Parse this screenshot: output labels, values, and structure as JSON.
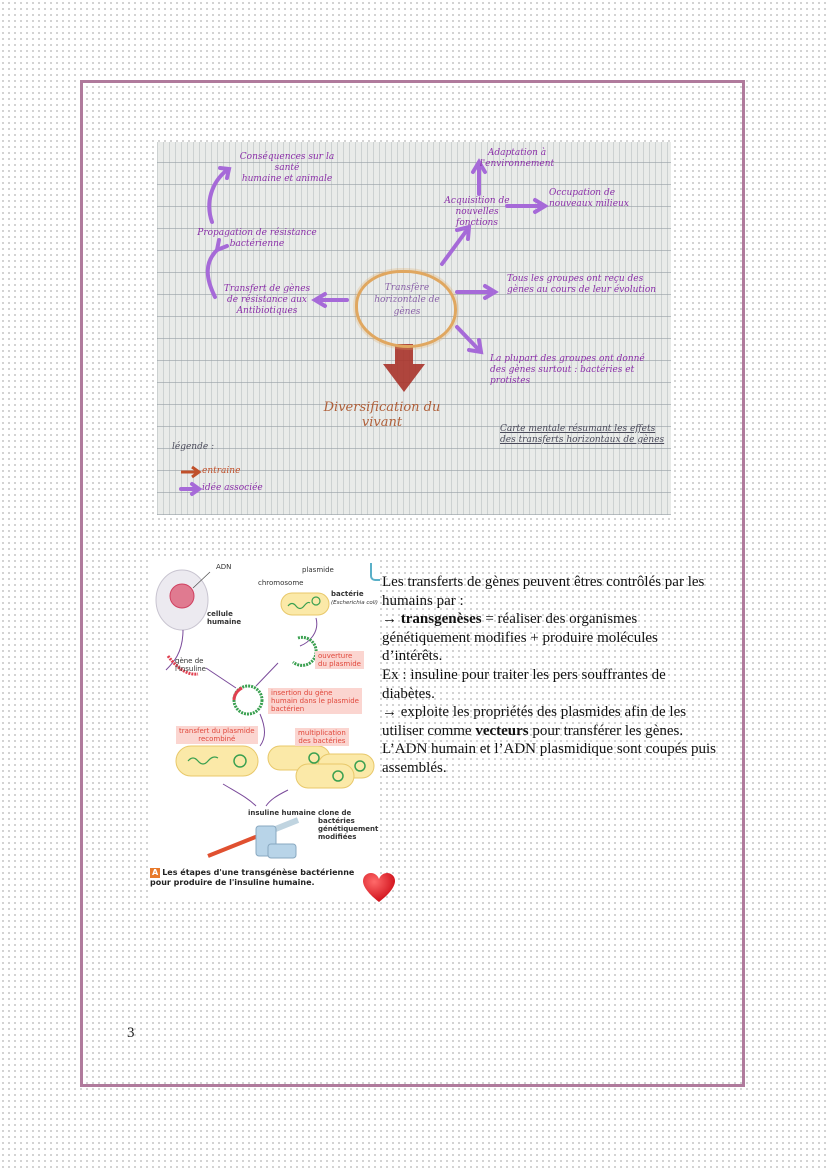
{
  "page": {
    "number": "3",
    "border_color": "#b07a9c"
  },
  "mindmap": {
    "center": "Transfère\nhorizontale de\ngènes",
    "result": "Diversification du vivant",
    "left_branch": {
      "step1": "Transfert de gènes\nde résistance aux\nAntibiotiques",
      "step2": "Propagation de résistance\nbactérienne",
      "step3": "Conséquences sur la santé\nhumaine et animale"
    },
    "right_branch": {
      "acquisition": "Acquisition de\nnouvelles fonctions",
      "adaptation": "Adaptation à l'environnement",
      "occupation": "Occupation de\nnouveaux milieux",
      "all_groups": "Tous les groupes ont reçu des\ngènes au cours de leur évolution",
      "most_groups": "La plupart des groupes ont donné\ndes gènes surtout : bactéries et\nprotistes"
    },
    "title_note": "Carte mentale résumant les effets\ndes transferts horizontaux de gènes",
    "legend": {
      "title": "légende :",
      "items": [
        {
          "label": "entraine",
          "color": "#c0502a"
        },
        {
          "label": "idée associée",
          "color": "#9a5ac8"
        }
      ]
    }
  },
  "diagram": {
    "labels": {
      "adn": "ADN",
      "plasmide": "plasmide",
      "chromosome": "chromosome",
      "bacterie": "bactérie",
      "bacterie_species": "(Escherichia coli)",
      "cellule_humaine": "cellule\nhumaine",
      "gene_insuline": "gène de\nl'insuline",
      "ouverture": "ouverture\ndu plasmide",
      "insertion": "insertion du gène\nhumain dans le plasmide\nbactérien",
      "transfert": "transfert du plasmide\nrecombiné",
      "multiplication": "multiplication\ndes bactéries",
      "insuline_humaine": "insuline humaine",
      "clone": "clone de bactéries\ngénétiquement\nmodifiées"
    },
    "caption_badge": "A",
    "caption": "Les étapes d'une transgénèse bactérienne pour produire de l'insuline humaine."
  },
  "text": {
    "p1": "Les transferts de gènes peuvent êtres contrôlés par les humains par :",
    "p2_arrow": "→",
    "p2_bold": "transgenèses",
    "p2_rest": " =  réaliser des organismes génétiquement modifies + produire molécules d’intérêts.",
    "p3": "Ex : insuline pour traiter les pers souffrantes de diabètes.",
    "p4_pre": "→ exploite les propriétés des plasmides afin de les utiliser comme ",
    "p4_bold": "vecteurs",
    "p4_post": " pour transférer les gènes.",
    "p5": "L’ADN humain et l’ADN plasmidique sont coupés puis assemblés."
  },
  "decorations": {
    "heart_icon": "heart",
    "heart_color": "#e0181e"
  }
}
